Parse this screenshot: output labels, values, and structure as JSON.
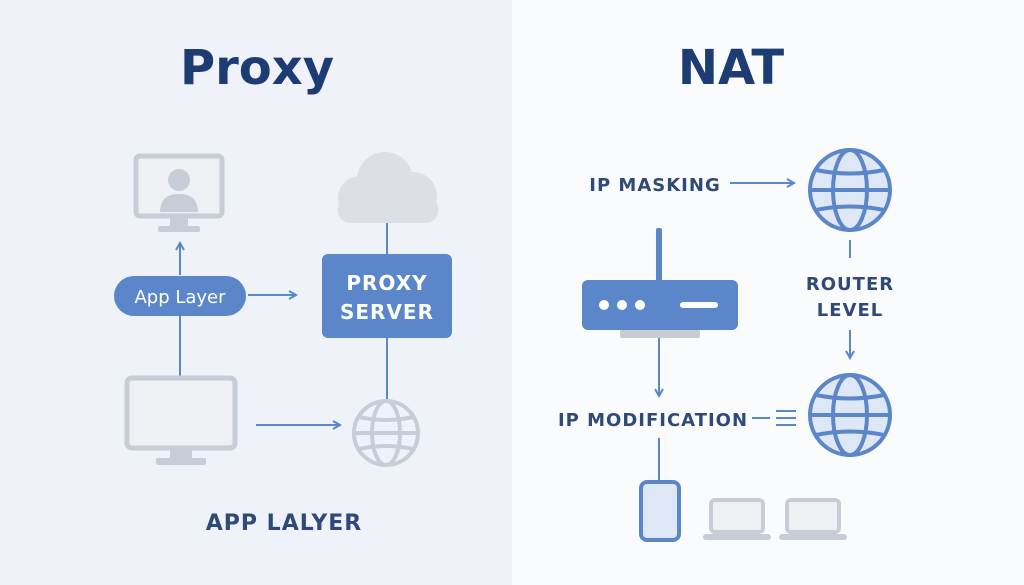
{
  "proxy": {
    "title": "Proxy",
    "app_layer_pill": "App Layer",
    "proxy_server_line1": "PROXY",
    "proxy_server_line2": "SERVER",
    "footer": "APP LALYER"
  },
  "nat": {
    "title": "NAT",
    "ip_masking": "IP MASKING",
    "router_level_line1": "ROUTER",
    "router_level_line2": "LEVEL",
    "ip_modification": "IP MODIFICATION"
  },
  "colors": {
    "title": "#1e3c74",
    "accent": "#5b86c9",
    "accent_dark": "#4a74b8",
    "gray": "#c8ccd6",
    "gray_light": "#dcdfe6",
    "label": "#2f4a78"
  }
}
